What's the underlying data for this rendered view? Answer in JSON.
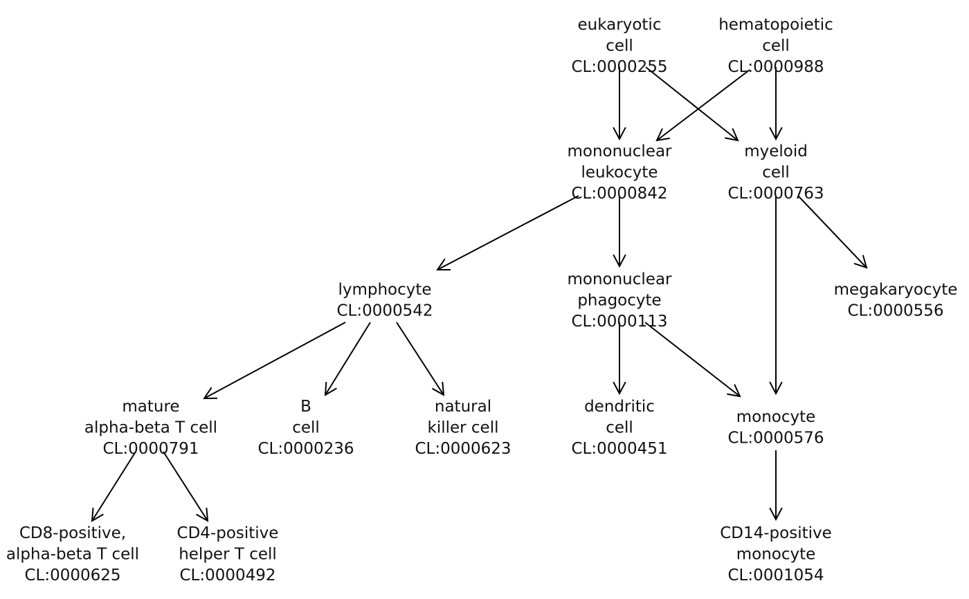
{
  "title": "Cell Ontology hierarchy",
  "nodes": [
    {
      "id": "CL:0000255",
      "lines": [
        "eukaryotic",
        "cell",
        "CL:0000255"
      ]
    },
    {
      "id": "CL:0000988",
      "lines": [
        "hematopoietic",
        "cell",
        "CL:0000988"
      ]
    },
    {
      "id": "CL:0000842",
      "lines": [
        "mononuclear",
        "leukocyte",
        "CL:0000842"
      ]
    },
    {
      "id": "CL:0000763",
      "lines": [
        "myeloid",
        "cell",
        "CL:0000763"
      ]
    },
    {
      "id": "CL:0000542",
      "lines": [
        "lymphocyte",
        "CL:0000542"
      ]
    },
    {
      "id": "CL:0000113",
      "lines": [
        "mononuclear",
        "phagocyte",
        "CL:0000113"
      ]
    },
    {
      "id": "CL:0000556",
      "lines": [
        "megakaryocyte",
        "CL:0000556"
      ]
    },
    {
      "id": "CL:0000791",
      "lines": [
        "mature",
        "alpha-beta T cell",
        "CL:0000791"
      ]
    },
    {
      "id": "CL:0000236",
      "lines": [
        "B",
        "cell",
        "CL:0000236"
      ]
    },
    {
      "id": "CL:0000623",
      "lines": [
        "natural",
        "killer cell",
        "CL:0000623"
      ]
    },
    {
      "id": "CL:0000451",
      "lines": [
        "dendritic",
        "cell",
        "CL:0000451"
      ]
    },
    {
      "id": "CL:0000576",
      "lines": [
        "monocyte",
        "CL:0000576"
      ]
    },
    {
      "id": "CL:0000625",
      "lines": [
        "CD8-positive,",
        "alpha-beta T cell",
        "CL:0000625"
      ]
    },
    {
      "id": "CL:0000492",
      "lines": [
        "CD4-positive",
        "helper T cell",
        "CL:0000492"
      ]
    },
    {
      "id": "CL:0001054",
      "lines": [
        "CD14-positive",
        "monocyte",
        "CL:0001054"
      ]
    }
  ],
  "edges": [
    {
      "from": "CL:0000255",
      "to": "CL:0000842"
    },
    {
      "from": "CL:0000255",
      "to": "CL:0000763"
    },
    {
      "from": "CL:0000988",
      "to": "CL:0000842"
    },
    {
      "from": "CL:0000988",
      "to": "CL:0000763"
    },
    {
      "from": "CL:0000842",
      "to": "CL:0000542"
    },
    {
      "from": "CL:0000842",
      "to": "CL:0000113"
    },
    {
      "from": "CL:0000763",
      "to": "CL:0000576"
    },
    {
      "from": "CL:0000763",
      "to": "CL:0000556"
    },
    {
      "from": "CL:0000542",
      "to": "CL:0000791"
    },
    {
      "from": "CL:0000542",
      "to": "CL:0000236"
    },
    {
      "from": "CL:0000542",
      "to": "CL:0000623"
    },
    {
      "from": "CL:0000113",
      "to": "CL:0000451"
    },
    {
      "from": "CL:0000113",
      "to": "CL:0000576"
    },
    {
      "from": "CL:0000791",
      "to": "CL:0000625"
    },
    {
      "from": "CL:0000791",
      "to": "CL:0000492"
    },
    {
      "from": "CL:0000576",
      "to": "CL:0001054"
    }
  ]
}
